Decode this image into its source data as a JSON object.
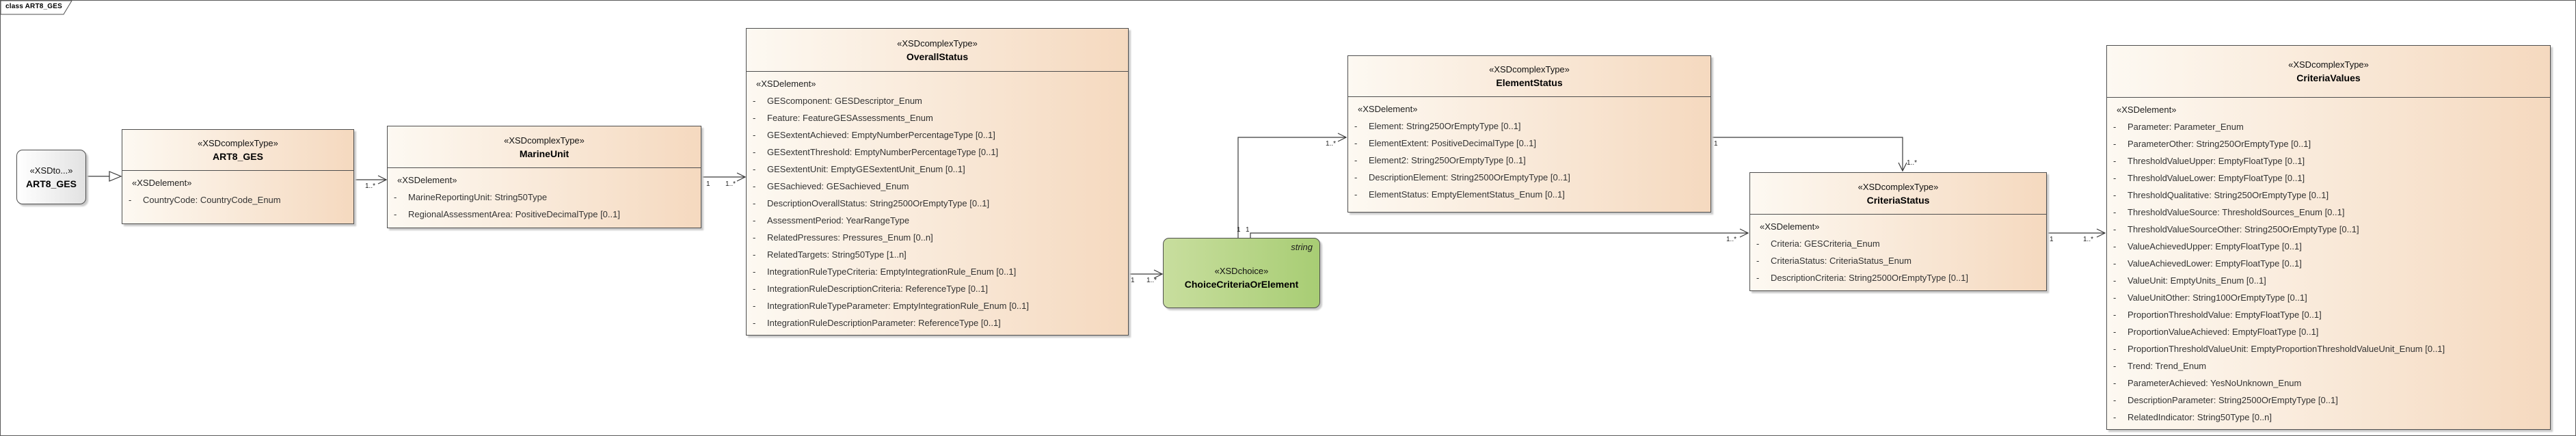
{
  "frame": {
    "title": "class ART8_GES"
  },
  "classes": {
    "art8_ges_element": {
      "stereotype": "«XSDto...»",
      "name": "ART8_GES"
    },
    "art8_ges": {
      "stereotype": "«XSDcomplexType»",
      "name": "ART8_GES",
      "section_header": "«XSDelement»",
      "attributes": [
        "CountryCode: CountryCode_Enum"
      ]
    },
    "marine_unit": {
      "stereotype": "«XSDcomplexType»",
      "name": "MarineUnit",
      "section_header": "«XSDelement»",
      "attributes": [
        "MarineReportingUnit: String50Type",
        "RegionalAssessmentArea: PositiveDecimalType [0..1]"
      ]
    },
    "overall_status": {
      "stereotype": "«XSDcomplexType»",
      "name": "OverallStatus",
      "section_header": "«XSDelement»",
      "attributes": [
        "GEScomponent: GESDescriptor_Enum",
        "Feature: FeatureGESAssessments_Enum",
        "GESextentAchieved: EmptyNumberPercentageType [0..1]",
        "GESextentThreshold: EmptyNumberPercentageType [0..1]",
        "GESextentUnit: EmptyGESextentUnit_Enum [0..1]",
        "GESachieved: GESachieved_Enum",
        "DescriptionOverallStatus: String2500OrEmptyType [0..1]",
        "AssessmentPeriod: YearRangeType",
        "RelatedPressures: Pressures_Enum [0..n]",
        "RelatedTargets: String50Type [1..n]",
        "IntegrationRuleTypeCriteria: EmptyIntegrationRule_Enum [0..1]",
        "IntegrationRuleDescriptionCriteria: ReferenceType [0..1]",
        "IntegrationRuleTypeParameter: EmptyIntegrationRule_Enum [0..1]",
        "IntegrationRuleDescriptionParameter: ReferenceType [0..1]"
      ]
    },
    "choice_criteria_or_element": {
      "stereotype": "«XSDchoice»",
      "name": "ChoiceCriteriaOrElement",
      "type_tag": "string"
    },
    "element_status": {
      "stereotype": "«XSDcomplexType»",
      "name": "ElementStatus",
      "section_header": "«XSDelement»",
      "attributes": [
        "Element: String250OrEmptyType [0..1]",
        "ElementExtent: PositiveDecimalType [0..1]",
        "Element2: String250OrEmptyType [0..1]",
        "DescriptionElement: String2500OrEmptyType [0..1]",
        "ElementStatus: EmptyElementStatus_Enum [0..1]"
      ]
    },
    "criteria_status": {
      "stereotype": "«XSDcomplexType»",
      "name": "CriteriaStatus",
      "section_header": "«XSDelement»",
      "attributes": [
        "Criteria: GESCriteria_Enum",
        "CriteriaStatus: CriteriaStatus_Enum",
        "DescriptionCriteria: String2500OrEmptyType [0..1]"
      ]
    },
    "criteria_values": {
      "stereotype": "«XSDcomplexType»",
      "name": "CriteriaValues",
      "section_header": "«XSDelement»",
      "attributes": [
        "Parameter: Parameter_Enum",
        "ParameterOther: String250OrEmptyType [0..1]",
        "ThresholdValueUpper: EmptyFloatType [0..1]",
        "ThresholdValueLower: EmptyFloatType [0..1]",
        "ThresholdQualitative: String250OrEmptyType [0..1]",
        "ThresholdValueSource: ThresholdSources_Enum [0..1]",
        "ThresholdValueSourceOther: String250OrEmptyType [0..1]",
        "ValueAchievedUpper: EmptyFloatType [0..1]",
        "ValueAchievedLower: EmptyFloatType [0..1]",
        "ValueUnit: EmptyUnits_Enum [0..1]",
        "ValueUnitOther: String100OrEmptyType [0..1]",
        "ProportionThresholdValue: EmptyFloatType [0..1]",
        "ProportionValueAchieved: EmptyFloatType [0..1]",
        "ProportionThresholdValueUnit: EmptyProportionThresholdValueUnit_Enum [0..1]",
        "Trend: Trend_Enum",
        "ParameterAchieved: YesNoUnknown_Enum",
        "DescriptionParameter: String2500OrEmptyType [0..1]",
        "RelatedIndicator: String50Type [0..n]"
      ]
    }
  },
  "connectors": {
    "art8ges_to_marineunit": {
      "target_mult": "1..*"
    },
    "marineunit_to_overallstatus": {
      "source_mult": "1",
      "target_mult": "1..*"
    },
    "overallstatus_to_choice": {
      "source_mult": "1",
      "target_mult": "1..*"
    },
    "choice_to_elementstatus": {
      "source_mult": "1",
      "target_mult": "1..*"
    },
    "choice_to_criteriastatus": {
      "source_mult": "1",
      "target_mult": "1..*"
    },
    "elementstatus_to_criteriastatus": {
      "source_mult": "1",
      "target_mult": "1..*"
    },
    "criteriastatus_to_criteriavalues": {
      "source_mult": "1",
      "target_mult": "1..*"
    }
  },
  "colors": {
    "class_fill_light": "#fdf9f2",
    "class_fill_peach": "#f5d9bf",
    "choice_fill_green": "#b7d586",
    "border": "#4e4e4e"
  }
}
